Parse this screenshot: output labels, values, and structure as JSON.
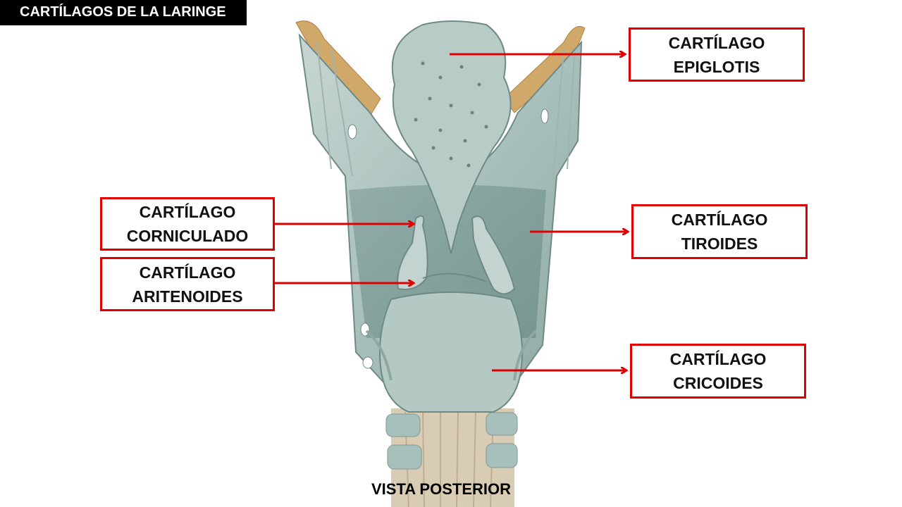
{
  "title": "CARTÍLAGOS DE LA LARINGE",
  "caption": "VISTA POSTERIOR",
  "accent_color": "#e00000",
  "labels": {
    "epiglotis": [
      "CARTÍLAGO",
      "EPIGLOTIS"
    ],
    "corniculado": [
      "CARTÍLAGO",
      "CORNICULADO"
    ],
    "aritenoides": [
      "CARTÍLAGO",
      "ARITENOIDES"
    ],
    "tiroides": [
      "CARTÍLAGO",
      "TIROIDES"
    ],
    "cricoides": [
      "CARTÍLAGO",
      "CRICOIDES"
    ]
  }
}
